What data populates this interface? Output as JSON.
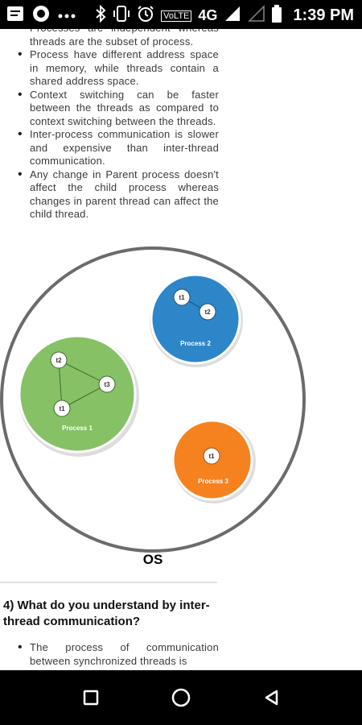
{
  "status_bar": {
    "time": "1:39 PM",
    "network_label": "4G",
    "volte_label": "VoLTE",
    "icons": [
      "message-icon",
      "record-icon",
      "more-icon",
      "bluetooth-icon",
      "vibrate-icon",
      "alarm-icon",
      "signal-icon",
      "battery-icon"
    ]
  },
  "article": {
    "top_bullets": [
      "Processes are independent whereas threads are the subset of process.",
      "Process have different address space in memory, while threads contain a shared address space.",
      "Context switching can be faster between the threads as compared to context switching between the threads.",
      "Inter-process communication is slower and expensive than inter-thread communication.",
      "Any change in Parent process doesn't affect the child process whereas changes in parent thread can affect the child thread."
    ],
    "diagram": {
      "os_label": "OS",
      "process1": {
        "label": "Process 1",
        "threads": [
          "t2",
          "t3",
          "t1"
        ],
        "color": "#86c166"
      },
      "process2": {
        "label": "Process 2",
        "threads": [
          "t1",
          "t2"
        ],
        "color": "#2d86c8"
      },
      "process3": {
        "label": "Process 3",
        "threads": [
          "t1"
        ],
        "color": "#f5821f"
      }
    },
    "section_heading": "4) What do you understand by inter-thread communication?",
    "bottom_bullets": [
      "The process of communication between synchronized threads is"
    ]
  },
  "nav_bar": {
    "icons": [
      "recent-apps-icon",
      "home-icon",
      "back-icon"
    ]
  }
}
